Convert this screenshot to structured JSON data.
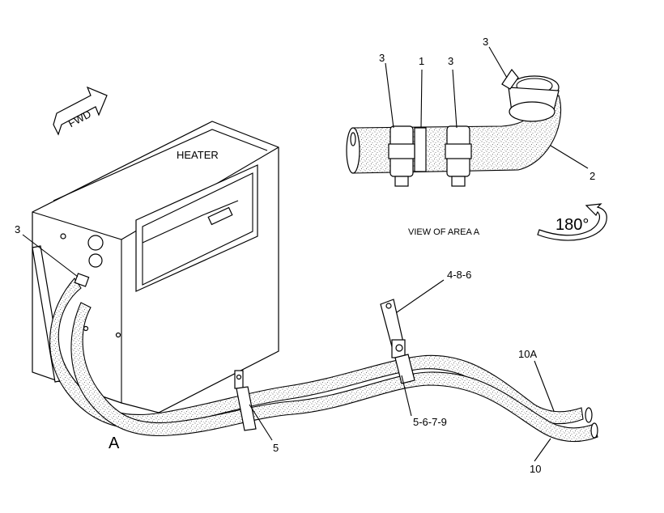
{
  "diagram": {
    "heater_label": "HEATER",
    "fwd_label": "FWD",
    "view_caption": "VIEW OF AREA A",
    "rotation_label": "180°",
    "area_marker": "A",
    "callouts": {
      "heater_clamp": "3",
      "view_clamp_left": "3",
      "view_coupler": "1",
      "view_clamp_right": "3",
      "view_clamp_elbow": "3",
      "view_elbow": "2",
      "bracket": "4-8-6",
      "mid_clamp": "5-6-7-9",
      "lower_clamp": "5",
      "hose_upper": "10A",
      "hose_lower": "10"
    }
  }
}
